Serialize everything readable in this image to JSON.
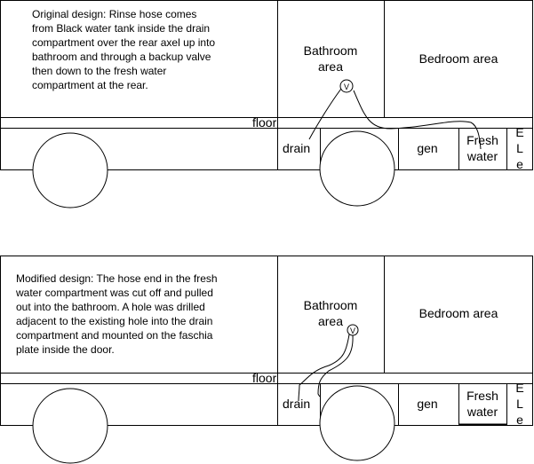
{
  "original": {
    "description_lines": [
      "Original design:  Rinse hose comes",
      "from Black water tank inside the drain",
      "compartment over the rear axel up into",
      "bathroom and through a backup valve",
      "then down to the fresh water",
      "compartment at the rear."
    ],
    "bathroom": [
      "Bathroom",
      "area"
    ],
    "bedroom": "Bedroom area",
    "floor": "floor",
    "drain": "drain",
    "gen": "gen",
    "fresh": [
      "Fresh",
      "water"
    ],
    "ele": [
      "E",
      "L",
      "e"
    ],
    "valve": "V"
  },
  "modified": {
    "description_lines": [
      "Modified design:  The hose end in the fresh",
      "water compartment was cut off and pulled",
      "out into the bathroom.  A hole was drilled",
      "adjacent to the existing hole into the drain",
      "compartment and mounted on the faschia",
      "plate inside the door."
    ],
    "bathroom": [
      "Bathroom",
      "area"
    ],
    "bedroom": "Bedroom area",
    "floor": "floor",
    "drain": "drain",
    "gen": "gen",
    "fresh": [
      "Fresh",
      "water"
    ],
    "ele": [
      "E",
      "L",
      "e"
    ],
    "valve": "V"
  }
}
